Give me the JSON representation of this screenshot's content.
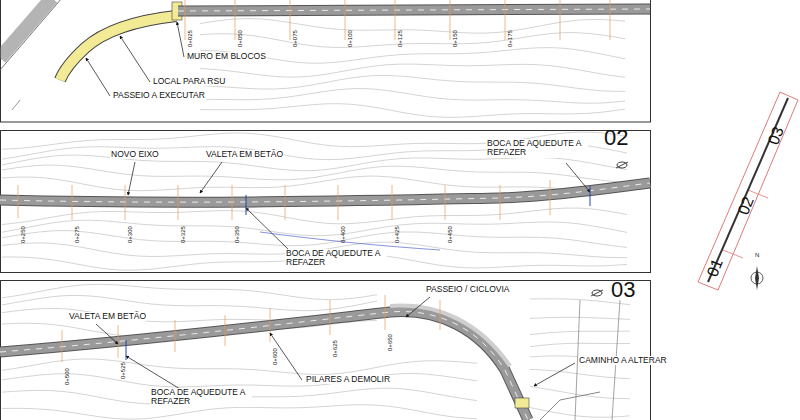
{
  "diagram": {
    "labels": [
      "MURO EM BLOCOS",
      "LOCAL PARA RSU",
      "PASSEIO A EXECUTAR",
      "NOVO EIXO",
      "VALETA EM BETÃO",
      "BOCA DE AQUEDUTE A REFAZER",
      "02",
      "BOCA DE AQUEDUTE A REFAZER",
      "VALETA EM BETÃO",
      "PASSEIO / CICLOVIA",
      "03",
      "BOCA DE AQUEDUTE A REFAZER",
      "PILARES A DEMOLIR",
      "CAMINHO A ALTERAR",
      "01",
      "02",
      "03",
      "N",
      "0+025",
      "0+050",
      "0+075",
      "0+100",
      "0+125",
      "0+150",
      "0+175",
      "0+250",
      "0+275",
      "0+300",
      "0+325",
      "0+350",
      "0+400",
      "0+425",
      "0+450",
      "0+500",
      "0+525",
      "0+600",
      "0+625",
      "0+650"
    ]
  }
}
